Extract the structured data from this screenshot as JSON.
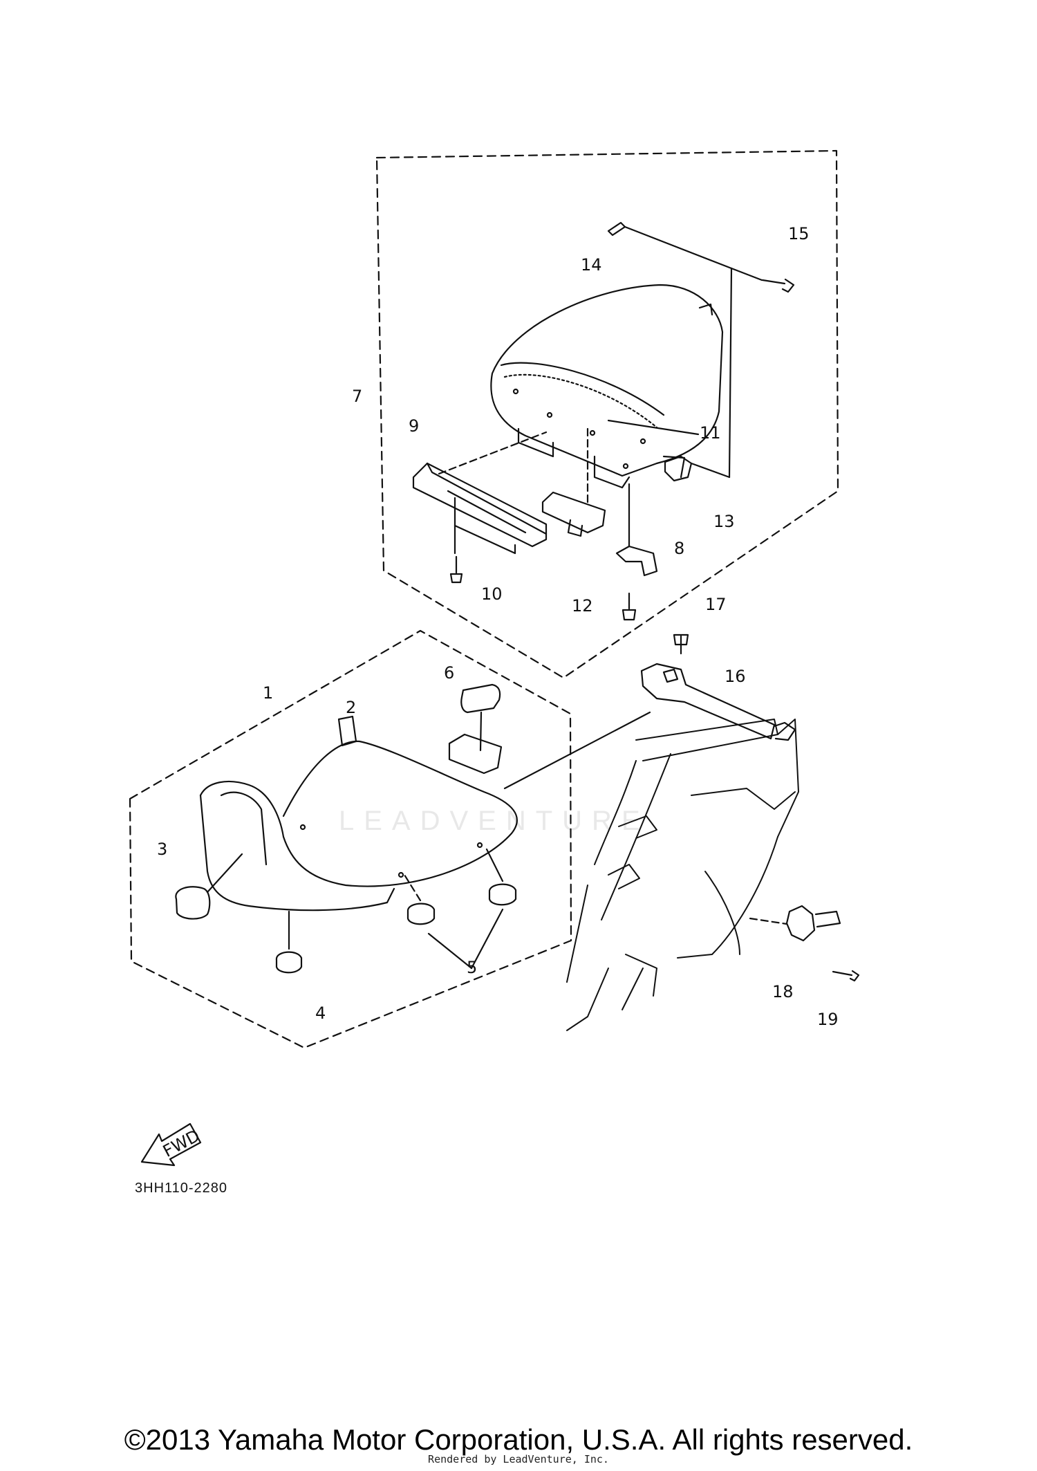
{
  "diagram": {
    "callouts": [
      "1",
      "2",
      "3",
      "4",
      "5",
      "6",
      "7",
      "8",
      "9",
      "10",
      "11",
      "12",
      "13",
      "14",
      "15",
      "16",
      "17",
      "18",
      "19"
    ],
    "drawing_code": "3HH110-2280",
    "fwd_label": "FWD",
    "watermark": "LEADVENTURE"
  },
  "footer": {
    "copyright": "©2013 Yamaha Motor Corporation, U.S.A. All rights reserved.",
    "rendered_by": "Rendered by LeadVenture, Inc."
  }
}
